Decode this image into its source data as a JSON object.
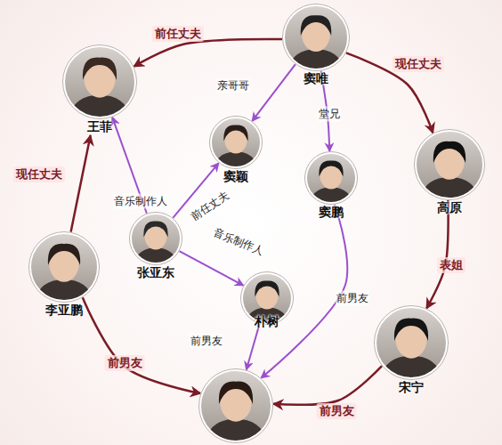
{
  "diagram": {
    "nodes": [
      {
        "text": [
          "窦唯"
        ]
      },
      {
        "text": [
          "王菲"
        ]
      },
      {
        "text": [
          "窦颖"
        ]
      },
      {
        "text": [
          "窦鹏"
        ]
      },
      {
        "text": [
          "高原"
        ]
      },
      {
        "text": [
          "张亚东"
        ]
      },
      {
        "text": [
          "李亚鹏"
        ]
      },
      {
        "text": [
          "朴树"
        ]
      },
      {
        "text": [
          "宋宁"
        ]
      },
      {
        "text": []
      }
    ],
    "edges": [
      {
        "from": 0,
        "to": 1,
        "label": "前任丈夫",
        "arrow": "to"
      },
      {
        "from": 0,
        "to": 4,
        "label": "现任丈夫",
        "arrow": "to"
      },
      {
        "from": 0,
        "to": 2,
        "label": "亲哥哥",
        "arrow": "to"
      },
      {
        "from": 0,
        "to": 3,
        "label": "堂兄",
        "arrow": "to"
      },
      {
        "from": 4,
        "to": 8,
        "label": "表姐",
        "arrow": "to"
      },
      {
        "from": 8,
        "to": 9,
        "label": "前男友",
        "arrow": "to"
      },
      {
        "from": 6,
        "to": 9,
        "label": "前男友",
        "arrow": "to"
      },
      {
        "from": 6,
        "to": 1,
        "label": "现任丈夫",
        "arrow": "to"
      },
      {
        "from": 5,
        "to": 1,
        "label": "音乐制作人",
        "arrow": "to"
      },
      {
        "from": 5,
        "to": 2,
        "label": "前任丈夫",
        "arrow": "to"
      },
      {
        "from": 5,
        "to": 7,
        "label": "音乐制作人",
        "arrow": "to"
      },
      {
        "from": 7,
        "to": 9,
        "label": "前男友",
        "arrow": "to"
      },
      {
        "from": 3,
        "to": 9,
        "label": "前男友",
        "arrow": "to"
      }
    ]
  }
}
